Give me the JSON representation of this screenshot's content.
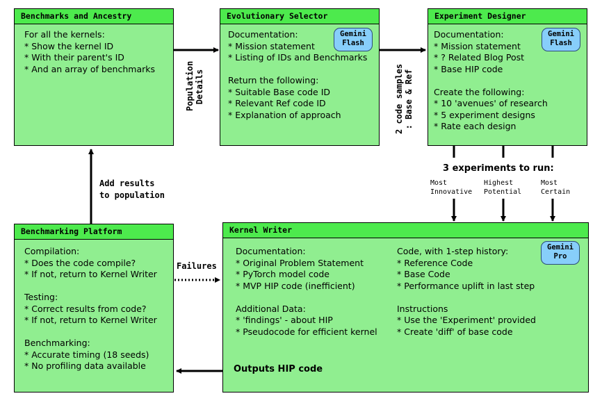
{
  "benchmarks_ancestry": {
    "title": "Benchmarks and Ancestry",
    "lines": [
      "For all the kernels:",
      "* Show the kernel ID",
      "* With their parent's ID",
      "* And an array of benchmarks"
    ]
  },
  "evolutionary_selector": {
    "title": "Evolutionary Selector",
    "badge_line1": "Gemini",
    "badge_line2": "Flash",
    "lines": [
      "Documentation:",
      "* Mission statement",
      "* Listing of IDs and Benchmarks",
      "",
      "Return the following:",
      "* Suitable Base code ID",
      "* Relevant Ref code ID",
      "* Explanation of approach"
    ]
  },
  "experiment_designer": {
    "title": "Experiment Designer",
    "badge_line1": "Gemini",
    "badge_line2": "Flash",
    "lines": [
      "Documentation:",
      "* Mission statement",
      "* ? Related Blog Post",
      "* Base HIP code",
      "",
      "Create the following:",
      "* 10 'avenues' of research",
      "* 5 experiment designs",
      "* Rate each design"
    ]
  },
  "benchmarking_platform": {
    "title": "Benchmarking Platform",
    "lines": [
      "Compilation:",
      "* Does the code compile?",
      "* If not, return to Kernel Writer",
      "",
      "Testing:",
      "* Correct results from code?",
      "* If not, return to Kernel Writer",
      "",
      "Benchmarking:",
      "* Accurate timing (18 seeds)",
      "* No profiling data available"
    ]
  },
  "kernel_writer": {
    "title": "Kernel Writer",
    "badge_line1": "Gemini",
    "badge_line2": "Pro",
    "left_lines": [
      "Documentation:",
      "* Original Problem Statement",
      "* PyTorch model code",
      "* MVP HIP code (inefficient)",
      "",
      "Additional Data:",
      "* 'findings' - about HIP",
      "* Pseudocode for efficient kernel"
    ],
    "right_lines": [
      "Code, with 1-step history:",
      "* Reference Code",
      "* Base Code",
      "* Performance uplift in last step",
      "",
      "Instructions",
      "* Use the 'Experiment' provided",
      "* Create 'diff' of base code"
    ],
    "outputs": "Outputs HIP code"
  },
  "edges": {
    "population_details_line1": "Population",
    "population_details_line2": "Details",
    "code_samples_line1": "2 code samples",
    "code_samples_line2": ": Base & Ref",
    "add_results_line1": "Add results",
    "add_results_line2": "to population",
    "failures": "Failures"
  },
  "experiments": {
    "heading": "3 experiments to run:",
    "items": [
      {
        "line1": "Most",
        "line2": "Innovative"
      },
      {
        "line1": "Highest",
        "line2": "Potential"
      },
      {
        "line1": "Most",
        "line2": "Certain"
      }
    ]
  },
  "colors": {
    "box_fill": "#90ee90",
    "title_fill": "#4dea4d",
    "badge_fill": "#87cefa"
  }
}
